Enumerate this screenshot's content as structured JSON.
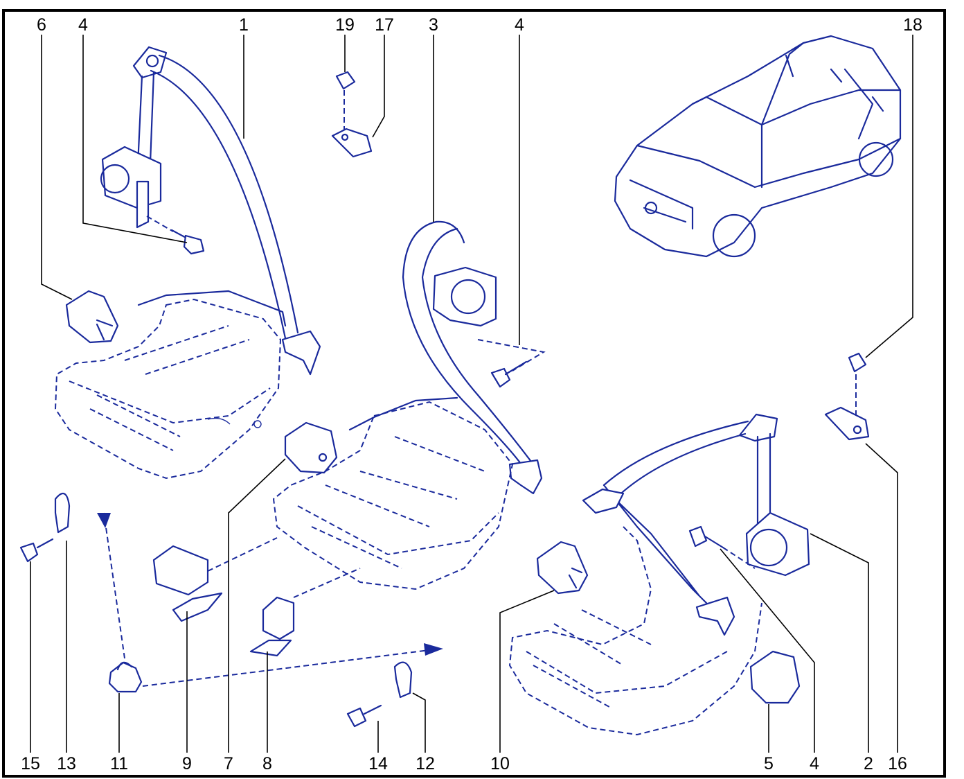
{
  "diagram": {
    "border_color": "#000000",
    "line_color": "#1a2a9c",
    "label_color": "#000000",
    "callouts": [
      "6",
      "4",
      "1",
      "19",
      "17",
      "3",
      "4",
      "18",
      "15",
      "13",
      "11",
      "9",
      "7",
      "8",
      "14",
      "12",
      "10",
      "5",
      "4",
      "2",
      "16"
    ]
  }
}
